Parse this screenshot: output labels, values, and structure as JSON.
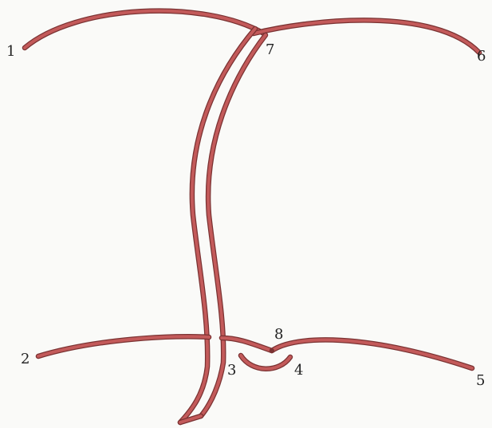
{
  "labels": {
    "p1": "1",
    "p2": "2",
    "p3": "3",
    "p4": "4",
    "p5": "5",
    "p6": "6",
    "p7": "7",
    "p8": "8"
  },
  "colors": {
    "line_outline": "#7a3232",
    "line_fill": "#c35a5a",
    "label": "#222222",
    "background": "#fafaf8"
  }
}
